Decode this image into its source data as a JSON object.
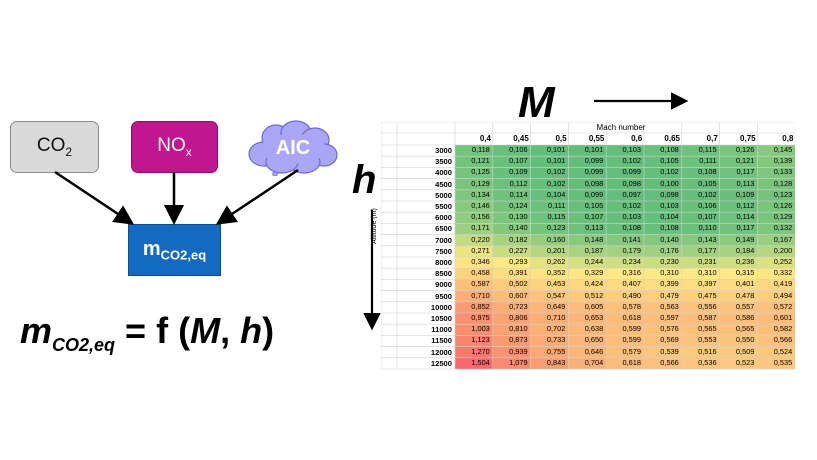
{
  "diagram": {
    "boxes": {
      "co2": {
        "main": "CO",
        "sub": "2",
        "color": "#d9d9d9"
      },
      "nox": {
        "main": "NO",
        "sub": "x",
        "color": "#c0168f"
      },
      "aic": {
        "label": "AIC",
        "color": "#a9a7f5"
      },
      "meq": {
        "main": "m",
        "sub": "CO2,eq",
        "color": "#1469c0"
      }
    },
    "formula": {
      "lhs_main": "m",
      "lhs_sub": "CO2,eq",
      "eq": " = f (",
      "M": "M",
      "comma": ", ",
      "h": "h",
      "close": ")"
    },
    "axis_M": "M",
    "axis_h": "h"
  },
  "table": {
    "column_title": "Mach number",
    "row_axis_title": "Altitude (m)",
    "columns": [
      "0,4",
      "0,45",
      "0,5",
      "0,55",
      "0,6",
      "0,65",
      "0,7",
      "0,75",
      "0,8"
    ],
    "rows": [
      {
        "alt": "3000",
        "values": [
          "0,118",
          "0,106",
          "0,101",
          "0,101",
          "0,103",
          "0,108",
          "0,115",
          "0,126",
          "0,145"
        ]
      },
      {
        "alt": "3500",
        "values": [
          "0,121",
          "0,107",
          "0,101",
          "0,099",
          "0,102",
          "0,105",
          "0,111",
          "0,121",
          "0,139"
        ]
      },
      {
        "alt": "4000",
        "values": [
          "0,125",
          "0,109",
          "0,102",
          "0,099",
          "0,099",
          "0,102",
          "0,108",
          "0,117",
          "0,133"
        ]
      },
      {
        "alt": "4500",
        "values": [
          "0,129",
          "0,112",
          "0,102",
          "0,098",
          "0,098",
          "0,100",
          "0,105",
          "0,113",
          "0,128"
        ]
      },
      {
        "alt": "5000",
        "values": [
          "0,134",
          "0,114",
          "0,104",
          "0,099",
          "0,097",
          "0,098",
          "0,102",
          "0,109",
          "0,123"
        ]
      },
      {
        "alt": "5500",
        "values": [
          "0,146",
          "0,124",
          "0,111",
          "0,105",
          "0,102",
          "0,103",
          "0,106",
          "0,112",
          "0,126"
        ]
      },
      {
        "alt": "6000",
        "values": [
          "0,156",
          "0,130",
          "0,115",
          "0,107",
          "0,103",
          "0,104",
          "0,107",
          "0,114",
          "0,129"
        ]
      },
      {
        "alt": "6500",
        "values": [
          "0,171",
          "0,140",
          "0,123",
          "0,113",
          "0,108",
          "0,108",
          "0,110",
          "0,117",
          "0,132"
        ]
      },
      {
        "alt": "7000",
        "values": [
          "0,220",
          "0,182",
          "0,160",
          "0,148",
          "0,141",
          "0,140",
          "0,143",
          "0,149",
          "0,167"
        ]
      },
      {
        "alt": "7500",
        "values": [
          "0,271",
          "0,227",
          "0,201",
          "0,187",
          "0,179",
          "0,176",
          "0,177",
          "0,184",
          "0,200"
        ]
      },
      {
        "alt": "8000",
        "values": [
          "0,346",
          "0,293",
          "0,262",
          "0,244",
          "0,234",
          "0,230",
          "0,231",
          "0,236",
          "0,252"
        ]
      },
      {
        "alt": "8500",
        "values": [
          "0,458",
          "0,391",
          "0,352",
          "0,329",
          "0,316",
          "0,310",
          "0,310",
          "0,315",
          "0,332"
        ]
      },
      {
        "alt": "9000",
        "values": [
          "0,587",
          "0,502",
          "0,453",
          "0,424",
          "0,407",
          "0,399",
          "0,397",
          "0,401",
          "0,419"
        ]
      },
      {
        "alt": "9500",
        "values": [
          "0,710",
          "0,607",
          "0,547",
          "0,512",
          "0,490",
          "0,479",
          "0,475",
          "0,478",
          "0,494"
        ]
      },
      {
        "alt": "10000",
        "values": [
          "0,852",
          "0,723",
          "0,649",
          "0,605",
          "0,578",
          "0,563",
          "0,556",
          "0,557",
          "0,572"
        ]
      },
      {
        "alt": "10500",
        "values": [
          "0,975",
          "0,806",
          "0,710",
          "0,653",
          "0,618",
          "0,597",
          "0,587",
          "0,586",
          "0,601"
        ]
      },
      {
        "alt": "11000",
        "values": [
          "1,003",
          "0,810",
          "0,702",
          "0,638",
          "0,599",
          "0,576",
          "0,565",
          "0,565",
          "0,582"
        ]
      },
      {
        "alt": "11500",
        "values": [
          "1,123",
          "0,873",
          "0,733",
          "0,650",
          "0,599",
          "0,569",
          "0,553",
          "0,550",
          "0,566"
        ]
      },
      {
        "alt": "12000",
        "values": [
          "1,270",
          "0,939",
          "0,755",
          "0,646",
          "0,579",
          "0,539",
          "0,516",
          "0,509",
          "0,524"
        ]
      },
      {
        "alt": "12500",
        "values": [
          "1,504",
          "1,079",
          "0,843",
          "0,704",
          "0,618",
          "0,566",
          "0,536",
          "0,523",
          "0,535"
        ]
      }
    ]
  }
}
